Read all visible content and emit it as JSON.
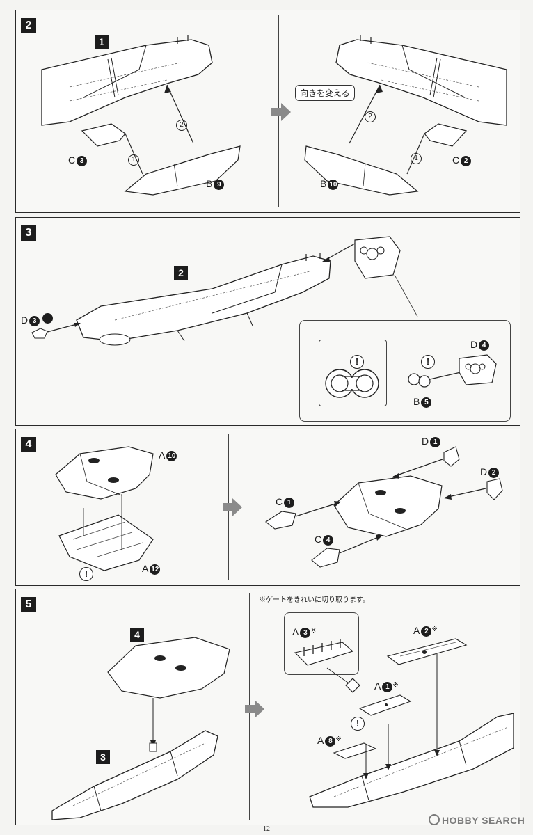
{
  "steps": [
    {
      "number": "2"
    },
    {
      "number": "3"
    },
    {
      "number": "4"
    },
    {
      "number": "5"
    }
  ],
  "step2": {
    "sub_ref": "1",
    "left": {
      "order_2": "2",
      "order_1": "1",
      "part_c": "C",
      "part_c_num": "3",
      "part_b": "B",
      "part_b_num": "9"
    },
    "right": {
      "callout": "向きを変える",
      "order_2": "2",
      "order_1": "1",
      "part_c": "C",
      "part_c_num": "2",
      "part_b": "B",
      "part_b_num": "10"
    }
  },
  "step3": {
    "sub_ref": "2",
    "part_d3": "D",
    "part_d3_num": "3",
    "part_d4": "D",
    "part_d4_num": "4",
    "part_b5": "B",
    "part_b5_num": "5",
    "warn": "!"
  },
  "step4": {
    "part_a10": "A",
    "part_a10_num": "10",
    "part_a12": "A",
    "part_a12_num": "12",
    "part_d1": "D",
    "part_d1_num": "1",
    "part_d2": "D",
    "part_d2_num": "2",
    "part_c1": "C",
    "part_c1_num": "1",
    "part_c4": "C",
    "part_c4_num": "4",
    "warn": "!"
  },
  "step5": {
    "sub_ref_top": "4",
    "sub_ref_bottom": "3",
    "note": "※ゲートをきれいに切り取ります。",
    "part_a3": "A",
    "part_a3_num": "3",
    "part_a2": "A",
    "part_a2_num": "2",
    "part_a1": "A",
    "part_a1_num": "1",
    "part_a8": "A",
    "part_a8_num": "8",
    "mark": "※",
    "warn": "!"
  },
  "page_number": "12",
  "watermark": "HOBBY SEARCH"
}
